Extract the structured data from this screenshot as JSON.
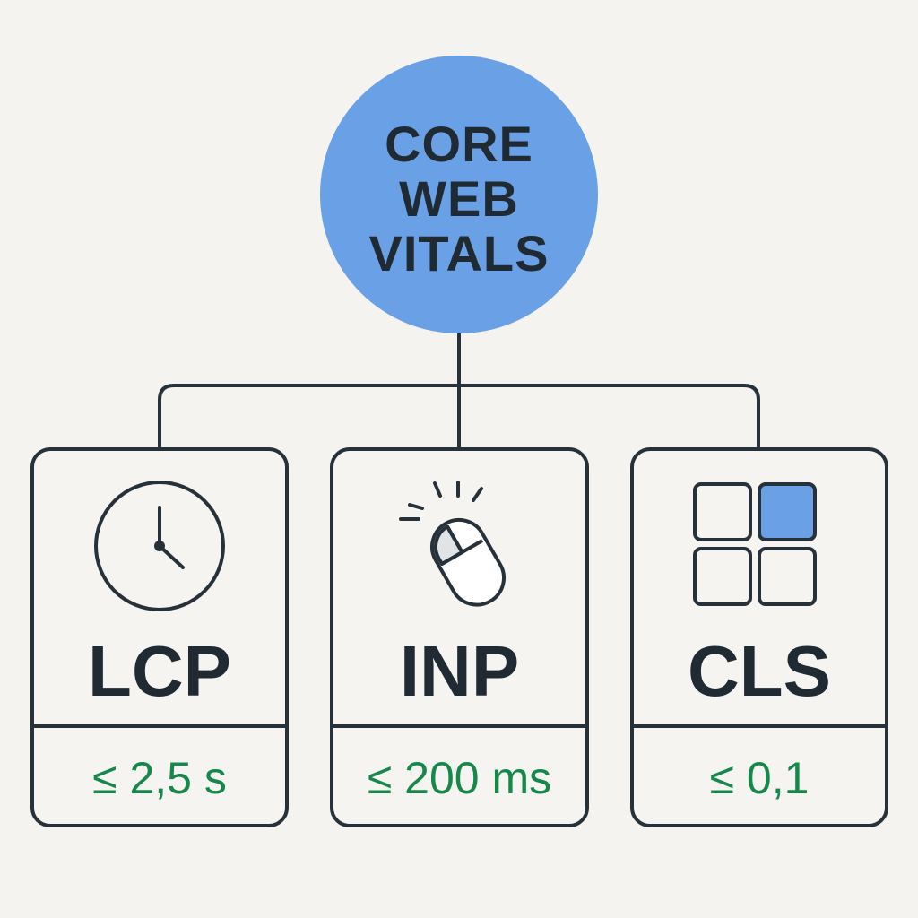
{
  "title": {
    "lines": [
      "CORE",
      "WEB",
      "VITALS"
    ]
  },
  "metrics": [
    {
      "name": "LCP",
      "threshold": "≤ 2,5 s",
      "icon": "clock-icon"
    },
    {
      "name": "INP",
      "threshold": "≤ 200 ms",
      "icon": "mouse-click-icon"
    },
    {
      "name": "CLS",
      "threshold": "≤ 0,1",
      "icon": "layout-grid-icon"
    }
  ],
  "colors": {
    "background": "#f4f3f0",
    "hub": "#6aa0e6",
    "accent": "#6aa0e6",
    "outline": "#27313a",
    "text": "#1f2a33",
    "threshold": "#16884a",
    "mouse_fill": "#e1e4e7"
  }
}
